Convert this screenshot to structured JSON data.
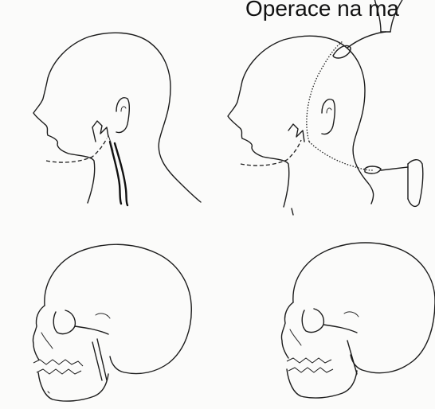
{
  "title": "Operace na ma",
  "colors": {
    "background": "#fbfbfa",
    "ink": "#1c1c1c"
  },
  "figures": [
    {
      "name": "head-profile-vessels"
    },
    {
      "name": "head-profile-wire-saw"
    },
    {
      "name": "skull-left"
    },
    {
      "name": "skull-right"
    }
  ]
}
